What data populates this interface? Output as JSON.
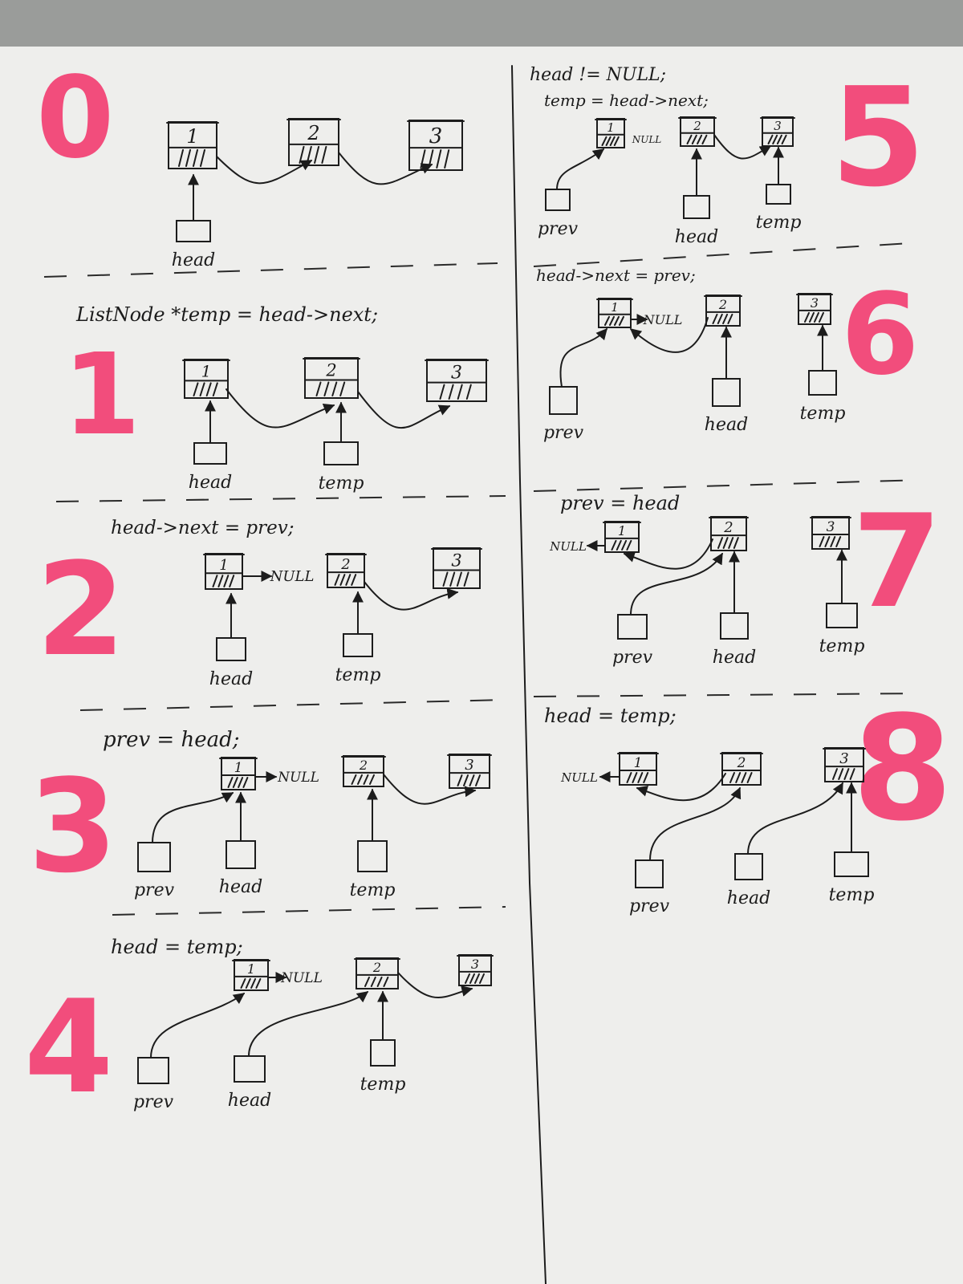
{
  "step_numbers": [
    "0",
    "1",
    "2",
    "3",
    "4",
    "5",
    "6",
    "7",
    "8"
  ],
  "code_lines": {
    "s1": "ListNode *temp = head->next;",
    "s2": "head->next = prev;",
    "s3": "prev = head;",
    "s4": "head = temp;",
    "s5a": "head != NULL;",
    "s5b": "temp = head->next;",
    "s6": "head->next = prev;",
    "s7": "prev = head",
    "s8": "head = temp;"
  },
  "node_values": [
    "1",
    "2",
    "3"
  ],
  "pointer_names": {
    "head": "head",
    "temp": "temp",
    "prev": "prev"
  },
  "null_label": "NULL",
  "colors": {
    "step_number": "#f24d7c",
    "ink": "#1c1c1c",
    "paper": "#eeeeec"
  }
}
